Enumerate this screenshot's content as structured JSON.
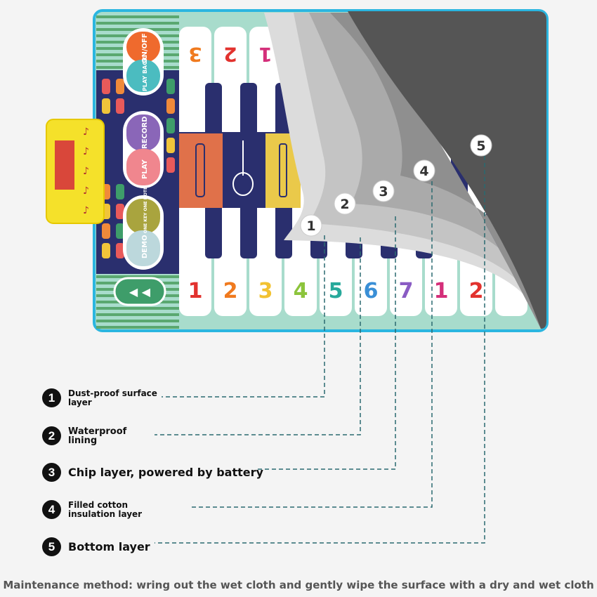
{
  "mat": {
    "control_buttons": [
      "ON/OFF",
      "PLAY BACK",
      "RECORD",
      "PLAY",
      "ONE KEY ONE NOTE",
      "DEMO"
    ],
    "top_key_numbers": [
      "3",
      "2",
      "1"
    ],
    "bottom_key_numbers": [
      "1",
      "2",
      "3",
      "4",
      "5",
      "6",
      "7",
      "1",
      "2"
    ],
    "bottom_key_colors": [
      "#e2322e",
      "#f07a1e",
      "#f2c232",
      "#8cc43c",
      "#27a99b",
      "#3a8fd6",
      "#8a5cc4",
      "#d42f7a",
      "#e2322e"
    ],
    "instruments": [
      "recorder-icon",
      "guitar-icon",
      "clarinet-icon"
    ],
    "border_color": "#2bb6e0"
  },
  "layer_markers": [
    "1",
    "2",
    "3",
    "4",
    "5"
  ],
  "legend": [
    {
      "num": "1",
      "label": "Dust-proof surface layer"
    },
    {
      "num": "2",
      "label": "Waterproof lining"
    },
    {
      "num": "3",
      "label": "Chip layer, powered by battery"
    },
    {
      "num": "4",
      "label": "Filled cotton insulation layer"
    },
    {
      "num": "5",
      "label": "Bottom layer"
    }
  ],
  "leader_color": "#2a6a70",
  "footer": "Maintenance method: wring out the wet cloth and gently wipe the surface with a dry and wet cloth"
}
